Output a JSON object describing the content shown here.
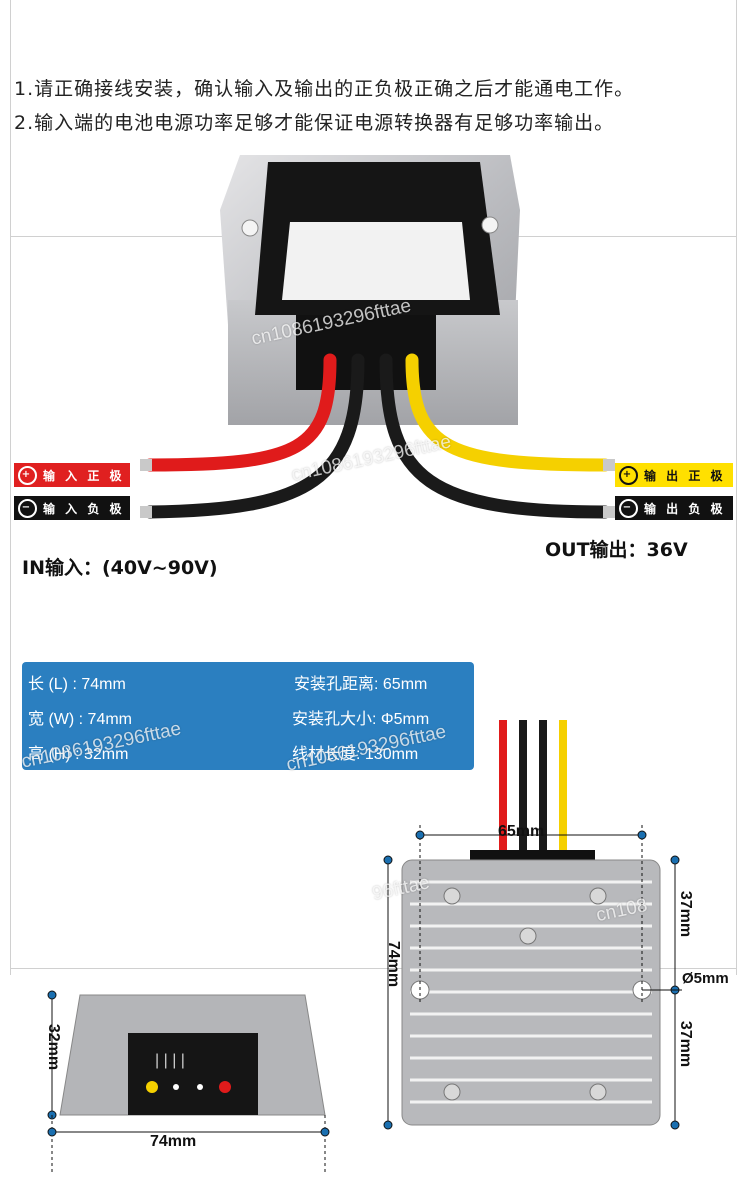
{
  "notes": {
    "line1": "1.请正确接线安装，确认输入及输出的正负极正确之后才能通电工作。",
    "line2": "2.输入端的电池电源功率足够才能保证电源转换器有足够功率输出。"
  },
  "wiring": {
    "in_pos_label": "输 入 正 极",
    "in_neg_label": "输 入 负 极",
    "out_pos_label": "输 出 正 极",
    "out_neg_label": "输 出 负 极",
    "plus_symbol": "+",
    "minus_symbol": "−",
    "input_range": "IN输入：(40V~90V)",
    "output_value": "OUT输出：36V",
    "colors": {
      "red": "#e01b1b",
      "black": "#1a1a1a",
      "yellow": "#f5d000",
      "tag_red": "#e02020",
      "tag_black": "#111111",
      "tag_yellow": "#ffe000"
    }
  },
  "specs": {
    "length": "长 (L) : 74mm",
    "width": "宽 (W) : 74mm",
    "height": "高 (H) : 32mm",
    "hole_distance": "安装孔距离: 65mm",
    "hole_size": "安装孔大小: Φ5mm",
    "wire_length": "线材长度: 130mm",
    "box_color": "#2b7fc0"
  },
  "dimensions": {
    "top_width": "65mm",
    "side_height": "74mm",
    "upper_half": "37mm",
    "lower_half": "37mm",
    "hole": "Ø5mm",
    "front_height": "32mm",
    "front_width": "74mm"
  },
  "product_label_text": "",
  "watermarks": [
    "cn1086193296fttae",
    "cn1086193296fttae",
    "cn1086193296fttae",
    "cn1086193296fttae",
    "96fttae",
    "cn108"
  ]
}
